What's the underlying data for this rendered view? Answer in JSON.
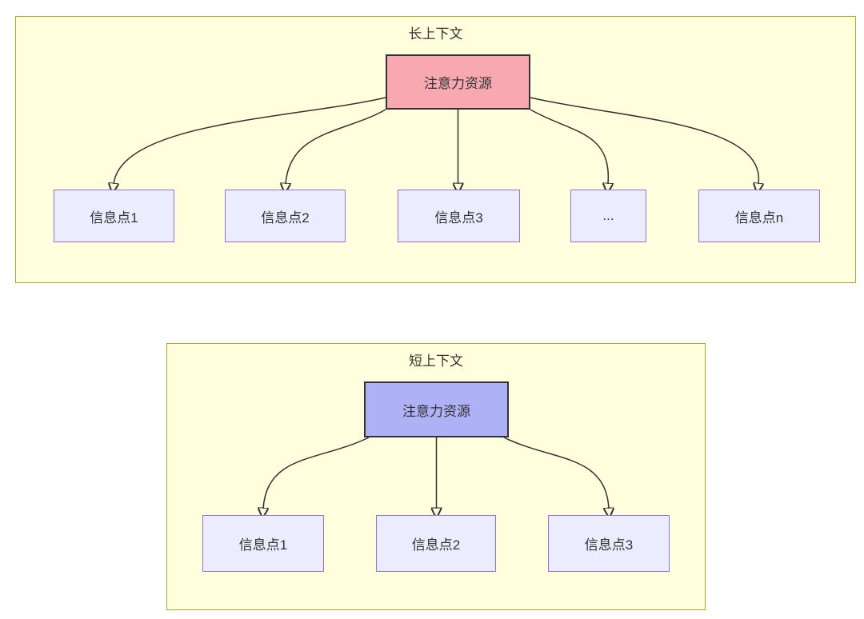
{
  "diagram": {
    "type": "flowchart-comparison",
    "clusters": [
      {
        "title": "长上下文",
        "source": {
          "label": "注意力资源"
        },
        "targets": [
          "信息点1",
          "信息点2",
          "信息点3",
          "...",
          "信息点n"
        ]
      },
      {
        "title": "短上下文",
        "source": {
          "label": "注意力资源"
        },
        "targets": [
          "信息点1",
          "信息点2",
          "信息点3"
        ]
      }
    ]
  },
  "colors": {
    "cluster_fill": "#ffffde",
    "cluster_border": "#aaaa33",
    "node_fill": "#ececff",
    "node_border": "#9370db",
    "attention_long_fill": "#f8a8b0",
    "attention_short_fill": "#afb1f7",
    "source_border": "#333333",
    "edge_color": "#333333",
    "text_color": "#333333"
  }
}
